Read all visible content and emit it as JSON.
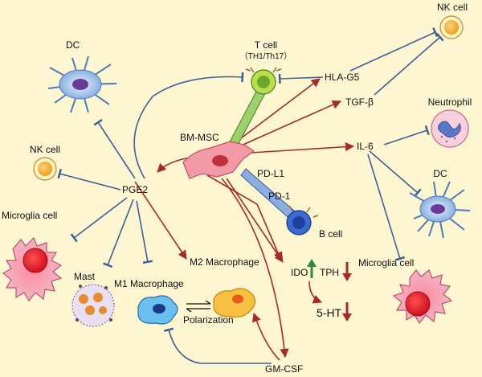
{
  "labels": {
    "t_cell": "T cell",
    "t_cell_sub": "（TH1/Th17）",
    "nk_cell_top": "NK cell",
    "hla_g5": "HLA-G5",
    "tgf_beta": "TGF-β",
    "neutrophil": "Neutrophil",
    "il6": "IL-6",
    "dc_right": "DC",
    "dc_left": "DC",
    "nk_cell_left": "NK cell",
    "bm_msc": "BM-MSC",
    "pge2": "PGE2",
    "pd_l1": "PD-L1",
    "pd_1": "PD-1",
    "b_cell": "B cell",
    "microglia_left": "Microglia cell",
    "microglia_right": "Microglia cell",
    "m2_macrophage": "M2 Macrophage",
    "m1_macrophage": "M1 Macrophage",
    "mast": "Mast",
    "polarization": "Polarization",
    "ido": "IDO",
    "tph": "TPH",
    "five_ht": "5-HT",
    "gm_csf": "GM-CSF"
  },
  "colors": {
    "background": "#fdf6d0",
    "stimulate_arrow": "#a52a2a",
    "inhibit_line": "#3f5f9a",
    "up_arrow": "#2e8b3a",
    "down_arrow": "#a52a2a"
  }
}
